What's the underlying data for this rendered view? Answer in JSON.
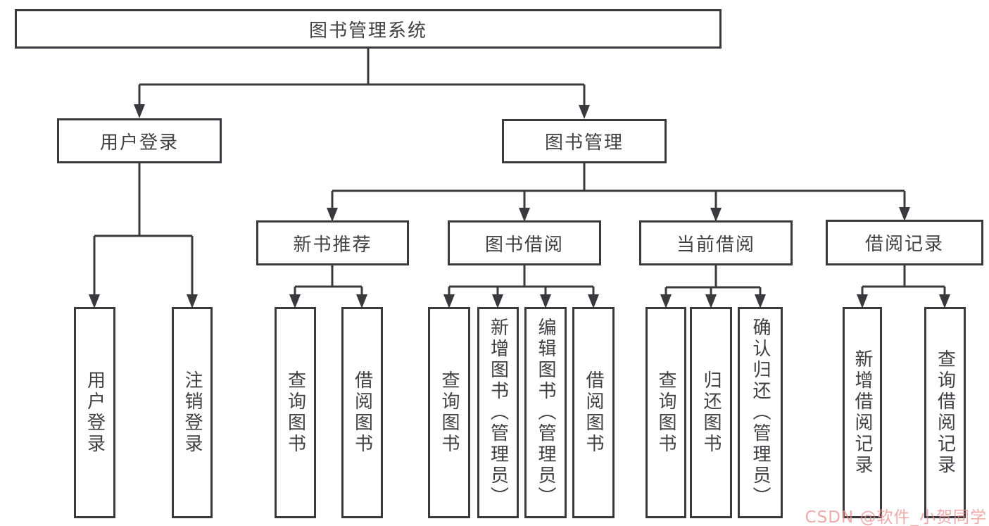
{
  "tree": {
    "label": "图书管理系统",
    "children": [
      {
        "label": "用户登录",
        "children": [
          {
            "label": "用户登录"
          },
          {
            "label": "注销登录"
          }
        ]
      },
      {
        "label": "图书管理",
        "children": [
          {
            "label": "新书推荐",
            "children": [
              {
                "label": "查询图书"
              },
              {
                "label": "借阅图书"
              }
            ]
          },
          {
            "label": "图书借阅",
            "children": [
              {
                "label": "查询图书"
              },
              {
                "label": "新增图书（管理员）"
              },
              {
                "label": "编辑图书（管理员）"
              },
              {
                "label": "借阅图书"
              }
            ]
          },
          {
            "label": "当前借阅",
            "children": [
              {
                "label": "查询图书"
              },
              {
                "label": "归还图书"
              },
              {
                "label": "确认归还（管理员）"
              }
            ]
          },
          {
            "label": "借阅记录",
            "children": [
              {
                "label": "新增借阅记录"
              },
              {
                "label": "查询借阅记录"
              }
            ]
          }
        ]
      }
    ]
  },
  "watermark": {
    "text": "CSDN @软件_小贺同学",
    "color": "rgba(235,140,140,0.75)"
  },
  "colors": {
    "line": "#3A3A3E",
    "text": "#3F3F44",
    "box_fill": "#FFFFFF",
    "background": "#FFFFFF"
  }
}
